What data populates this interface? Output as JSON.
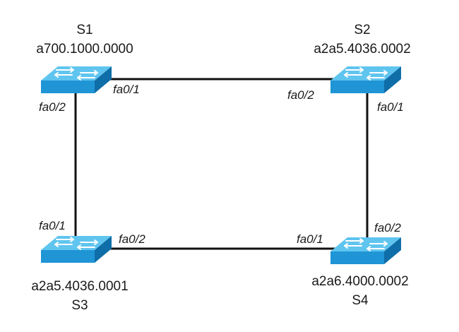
{
  "colors": {
    "link": "#111111",
    "switch_top": "#5fc5ef",
    "switch_front": "#1f95d6",
    "switch_side": "#0f6da8",
    "arrow": "#ffffff"
  },
  "switches": {
    "s1": {
      "name": "S1",
      "mac": "a700.1000.0000",
      "icon": "switch-icon"
    },
    "s2": {
      "name": "S2",
      "mac": "a2a5.4036.0002",
      "icon": "switch-icon"
    },
    "s3": {
      "name": "S3",
      "mac": "a2a5.4036.0001",
      "icon": "switch-icon"
    },
    "s4": {
      "name": "S4",
      "mac": "a2a6.4000.0002",
      "icon": "switch-icon"
    }
  },
  "ports": {
    "s1_right": "fa0/1",
    "s1_down": "fa0/2",
    "s2_left": "fa0/2",
    "s2_down": "fa0/1",
    "s3_up": "fa0/1",
    "s3_right": "fa0/2",
    "s4_left": "fa0/1",
    "s4_up": "fa0/2"
  },
  "links": [
    {
      "from": "S1",
      "from_port": "fa0/1",
      "to": "S2",
      "to_port": "fa0/2"
    },
    {
      "from": "S1",
      "from_port": "fa0/2",
      "to": "S3",
      "to_port": "fa0/1"
    },
    {
      "from": "S2",
      "from_port": "fa0/1",
      "to": "S4",
      "to_port": "fa0/2"
    },
    {
      "from": "S3",
      "from_port": "fa0/2",
      "to": "S4",
      "to_port": "fa0/1"
    }
  ]
}
